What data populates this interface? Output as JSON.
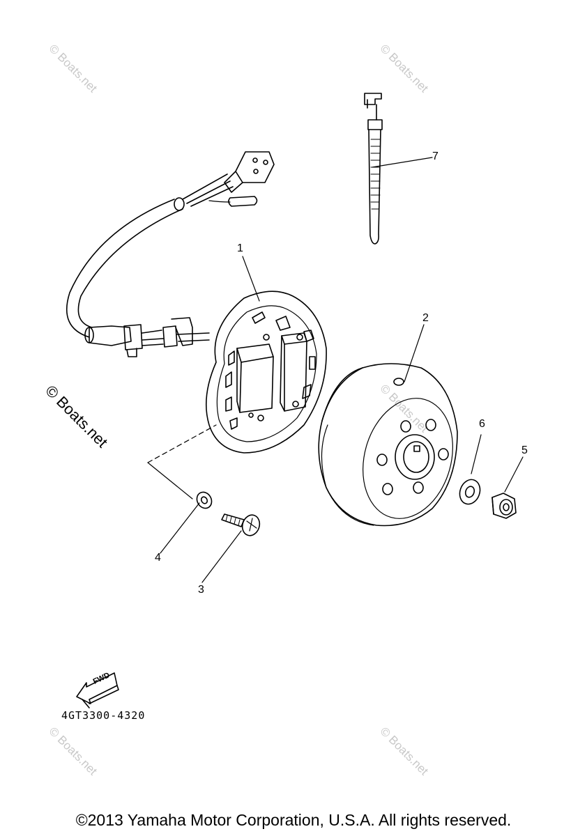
{
  "callouts": [
    "1",
    "2",
    "3",
    "4",
    "5",
    "6",
    "7"
  ],
  "watermark": "© Boats.net",
  "part_number": "4GT3300-4320",
  "fwd_label": "FWD",
  "copyright": "©2013 Yamaha Motor Corporation, U.S.A. All rights reserved."
}
